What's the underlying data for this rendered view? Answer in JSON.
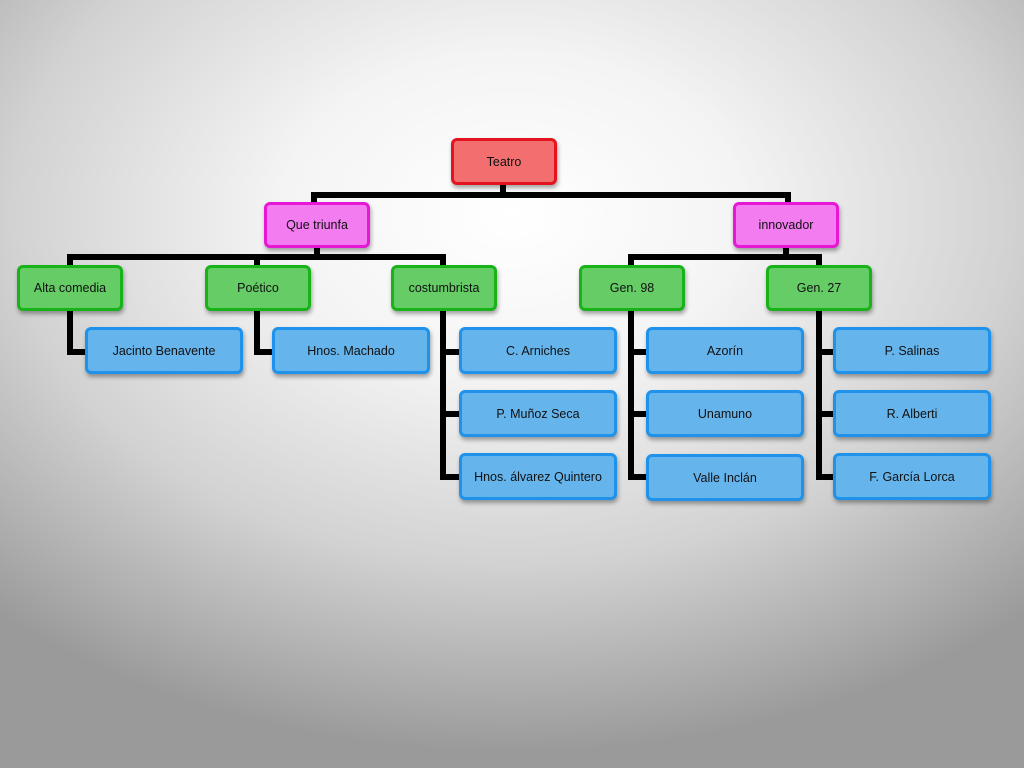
{
  "diagram": {
    "root": "Teatro",
    "branches": {
      "que_triunfa": "Que triunfa",
      "innovador": "innovador"
    },
    "categories": {
      "alta_comedia": "Alta comedia",
      "poetico": "Poético",
      "costumbrista": "costumbrista",
      "gen98": "Gen. 98",
      "gen27": "Gen. 27"
    },
    "authors": {
      "jacinto_benavente": "Jacinto Benavente",
      "hnos_machado": "Hnos. Machado",
      "c_arniches": "C. Arniches",
      "p_munoz_seca": "P. Muñoz Seca",
      "hnos_alvarez_quintero": "Hnos. álvarez Quintero",
      "azorin": "Azorín",
      "unamuno": "Unamuno",
      "valle_inclan": "Valle Inclán",
      "p_salinas": "P. Salinas",
      "r_alberti": "R. Alberti",
      "f_garcia_lorca": "F. García Lorca"
    },
    "colors": {
      "root_fill": "#f36f6f",
      "root_border": "#e4141f",
      "level1_fill": "#f27cf0",
      "level1_border": "#e618d6",
      "level2_fill": "#66cc66",
      "level2_border": "#18b318",
      "leaf_fill": "#66b4ec",
      "leaf_border": "#1f93ec",
      "connector": "#000000"
    }
  }
}
